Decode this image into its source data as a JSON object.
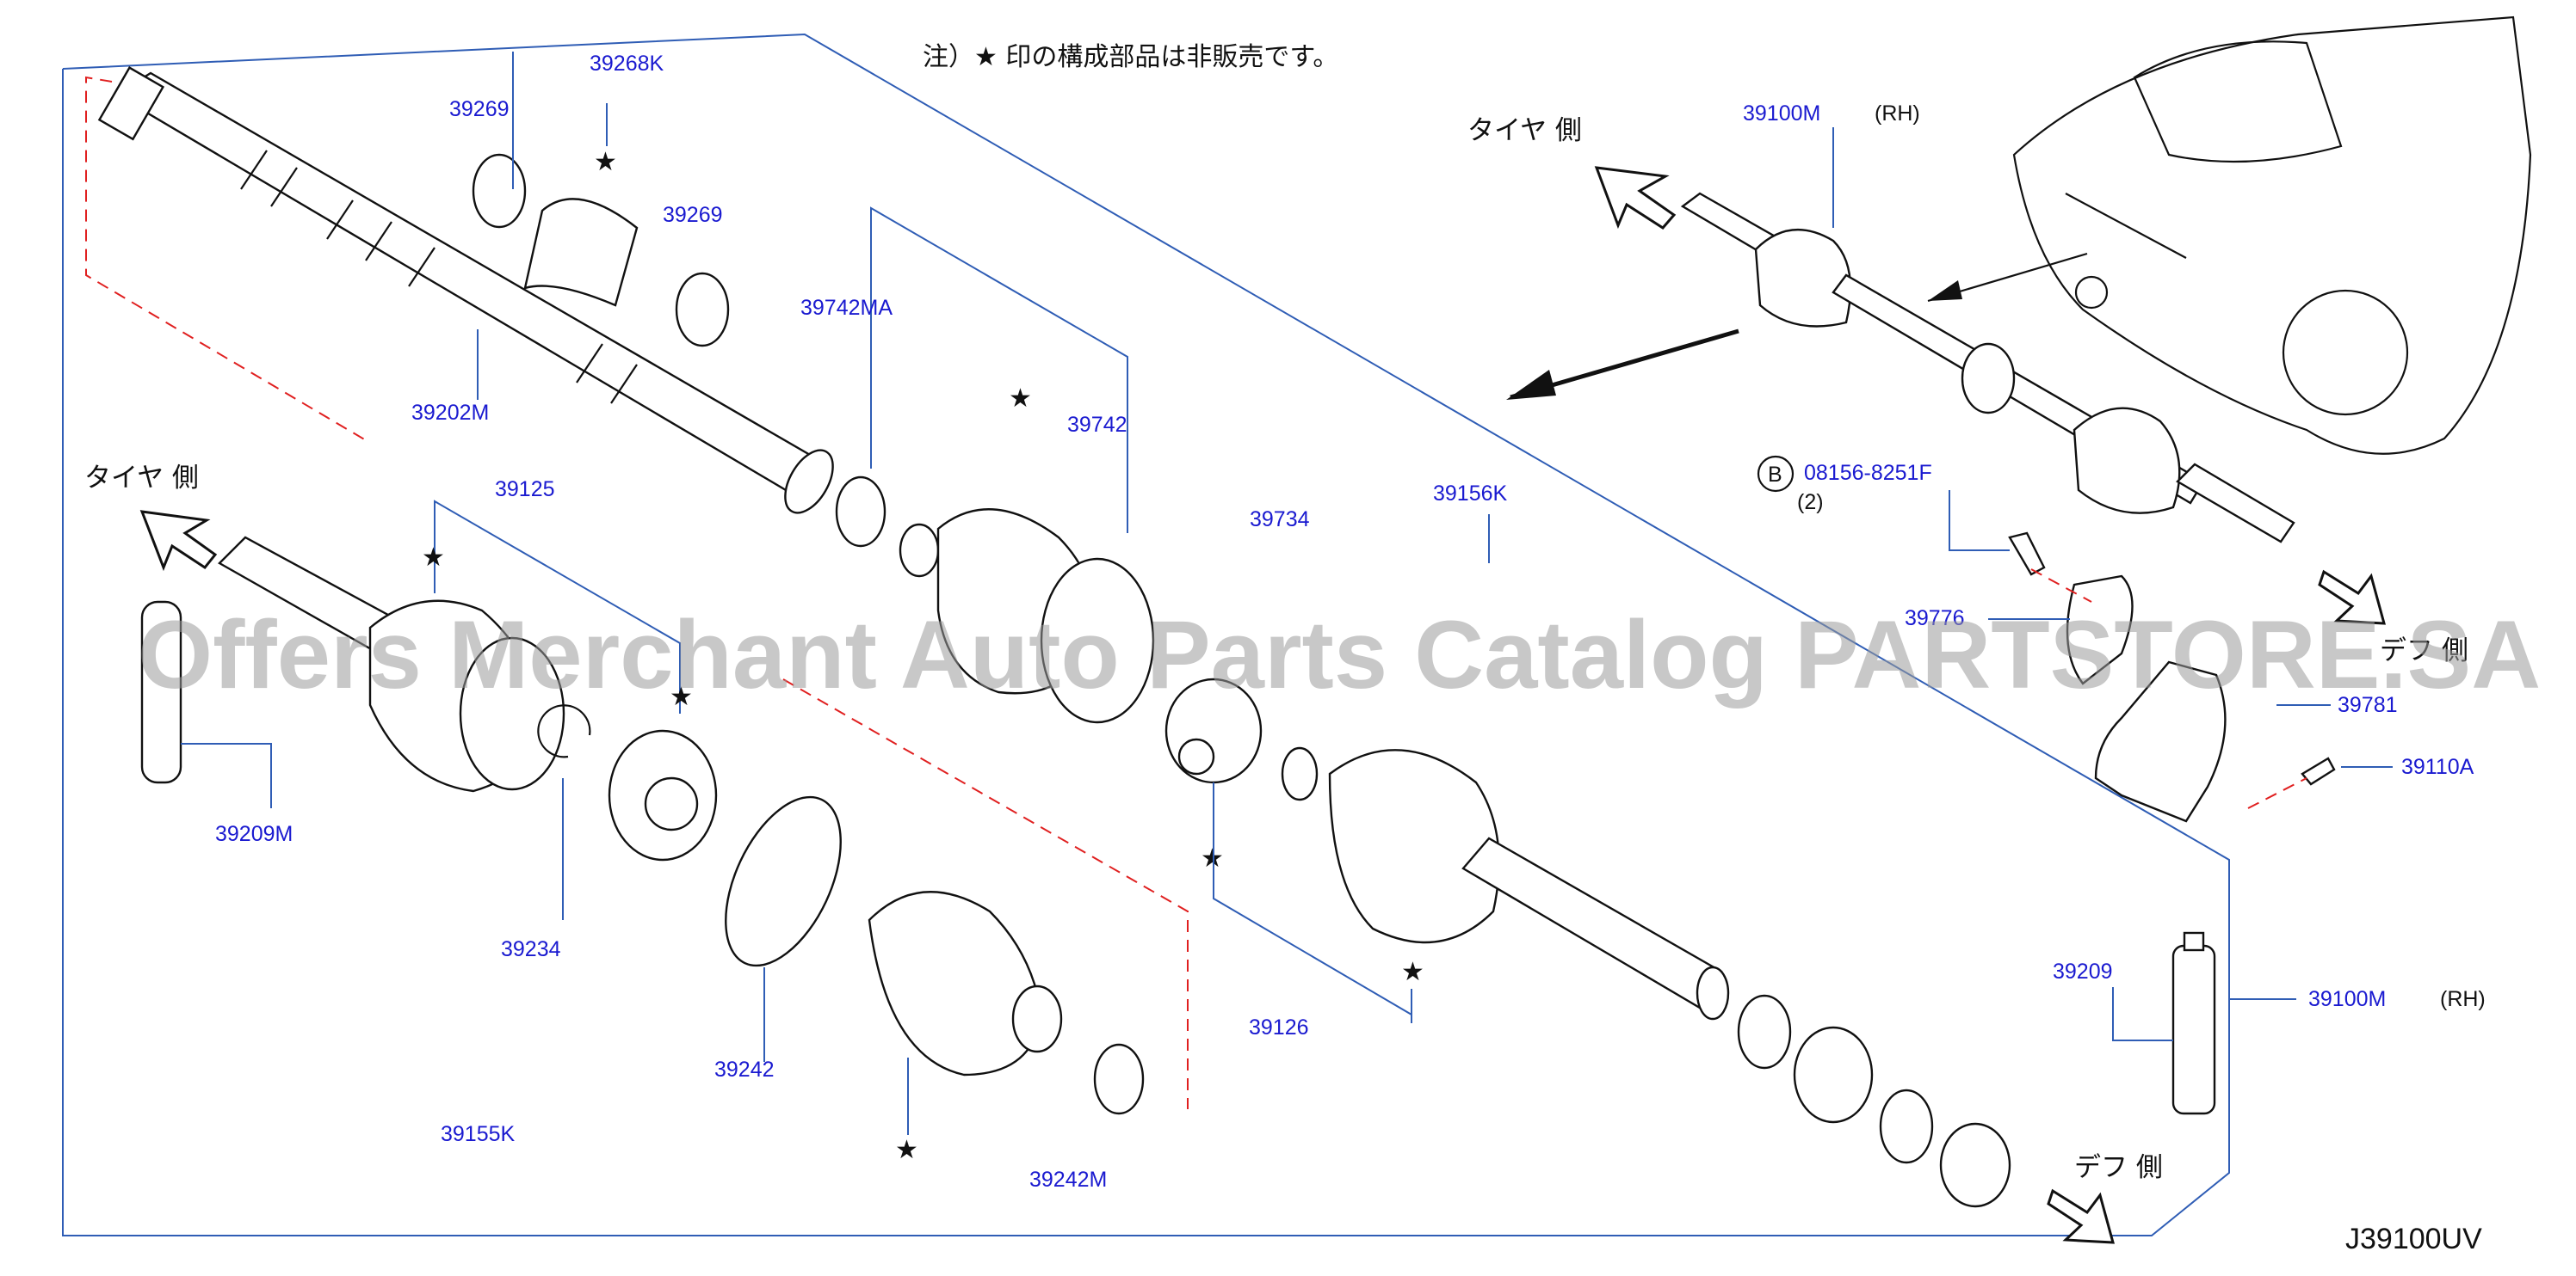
{
  "note": "注）★ 印の構成部品は非販売です。",
  "side_labels": {
    "tire_side": "タイヤ 側",
    "diff_side": "デフ 側",
    "diff_side_short": "デフ 側"
  },
  "watermark": "Offers Merchant Auto Parts Catalog PARTSTORE.SA",
  "diagram_code": "J39100UV",
  "bolt_marker": "B",
  "colors": {
    "part_number": "#1a1ad0",
    "leader_line": "#2f5db5",
    "dash_line": "#e02020",
    "outline": "#111111"
  },
  "parts": {
    "p39268K": "39268K",
    "p39269a": "39269",
    "p39269b": "39269",
    "p39202M": "39202M",
    "p39742MA": "39742MA",
    "p39742": "39742",
    "p39734": "39734",
    "p39156K": "39156K",
    "p39100M_top": "39100M",
    "rh_top": "(RH)",
    "p08156": "08156-8251F",
    "qty": "(2)",
    "p39776": "39776",
    "p39781": "39781",
    "p39110A": "39110A",
    "p39125": "39125",
    "p39209M": "39209M",
    "p39234": "39234",
    "p39242": "39242",
    "p39155K": "39155K",
    "p39242M": "39242M",
    "p39126": "39126",
    "p39209": "39209",
    "p39100M_right": "39100M",
    "rh_right": "(RH)"
  }
}
